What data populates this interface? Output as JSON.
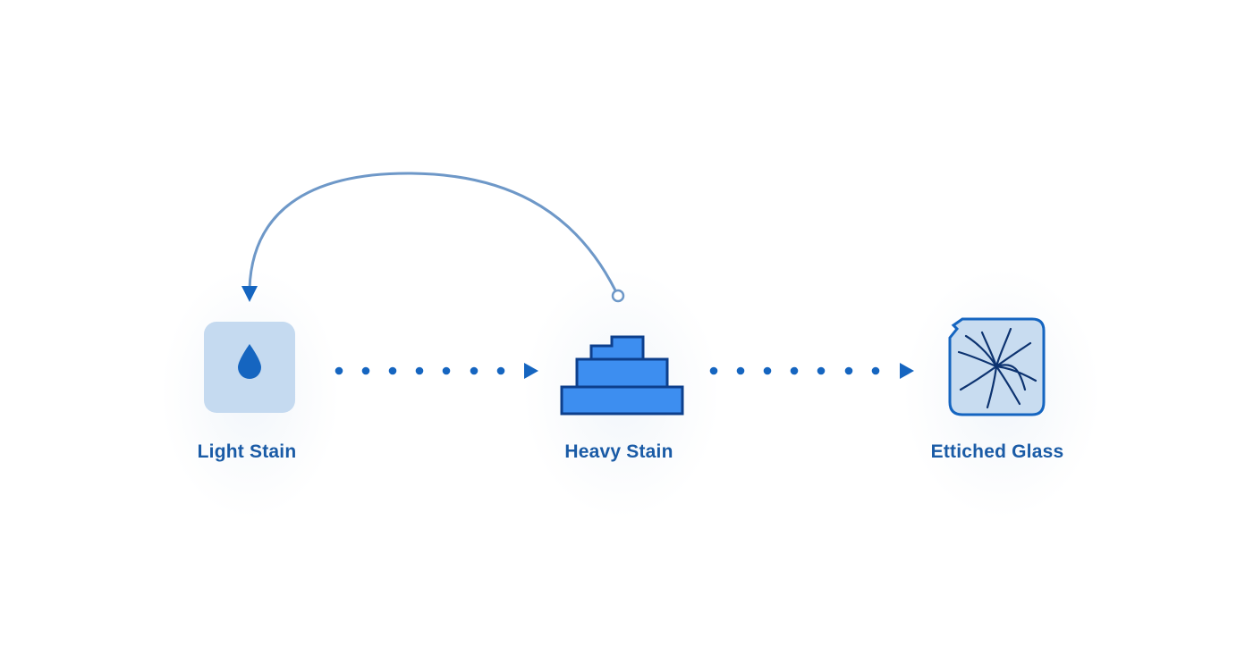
{
  "nodes": [
    {
      "id": "light",
      "label": "Light Stain",
      "icon": "water-drop-icon"
    },
    {
      "id": "heavy",
      "label": "Heavy Stain",
      "icon": "stacked-layers-icon"
    },
    {
      "id": "etched",
      "label": "Ettiched Glass",
      "icon": "cracked-glass-icon"
    }
  ],
  "colors": {
    "primary": "#1565c0",
    "label": "#1a5ba6",
    "icon_fill": "#3d8ef0",
    "icon_stroke": "#0d3f8c",
    "tile_light": "#c5daf0",
    "tile_etched": "#c8dcf0",
    "curve": "#6e98c8",
    "halo": "#f2f6fa"
  }
}
